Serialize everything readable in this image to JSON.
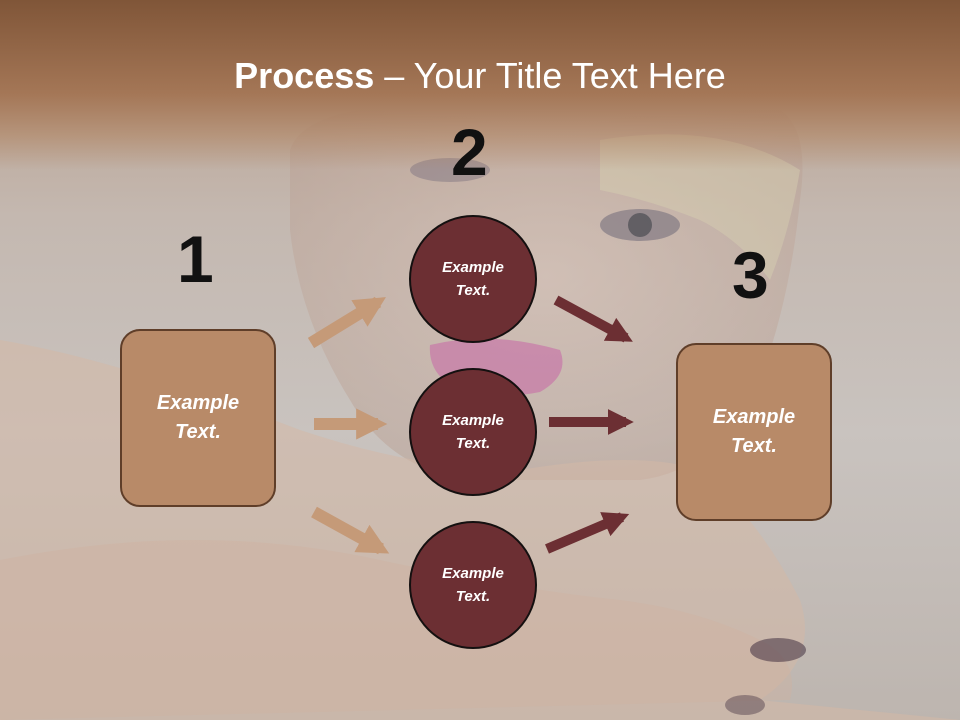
{
  "title": {
    "bold": "Process",
    "rest": " – Your Title Text Here"
  },
  "steps": {
    "one": "1",
    "two": "2",
    "three": "3"
  },
  "nodes": {
    "left_box": "Example\nText.",
    "circle_top": "Example\nText.",
    "circle_middle": "Example\nText.",
    "circle_bottom": "Example\nText.",
    "right_box": "Example\nText."
  },
  "colors": {
    "box_fill": "#b88a68",
    "circle_fill": "#6c2f33",
    "arrow_in": "#c59a78",
    "arrow_out": "#6c2f33",
    "title_band": "#8a5a3a"
  }
}
